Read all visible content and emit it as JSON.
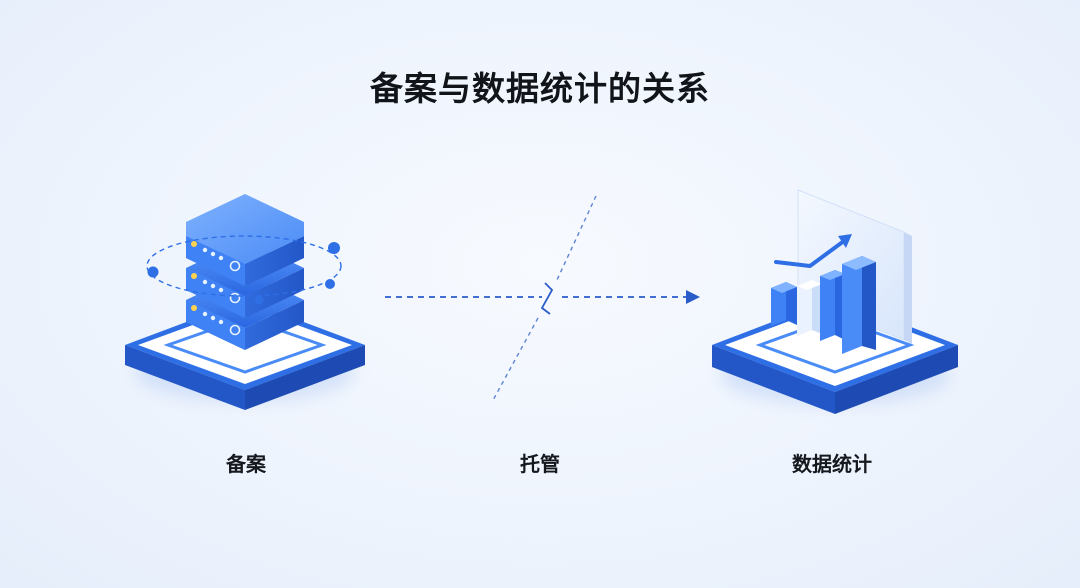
{
  "title": "备案与数据统计的关系",
  "labels": {
    "left": "备案",
    "middle": "托管",
    "right": "数据统计"
  },
  "icons": {
    "left": "server-icon",
    "right": "bar-chart-icon"
  },
  "colors": {
    "primary": "#2f6fe6",
    "accent": "#4a8cf7",
    "light": "#eaf2ff",
    "dash": "#2a5cc9"
  }
}
